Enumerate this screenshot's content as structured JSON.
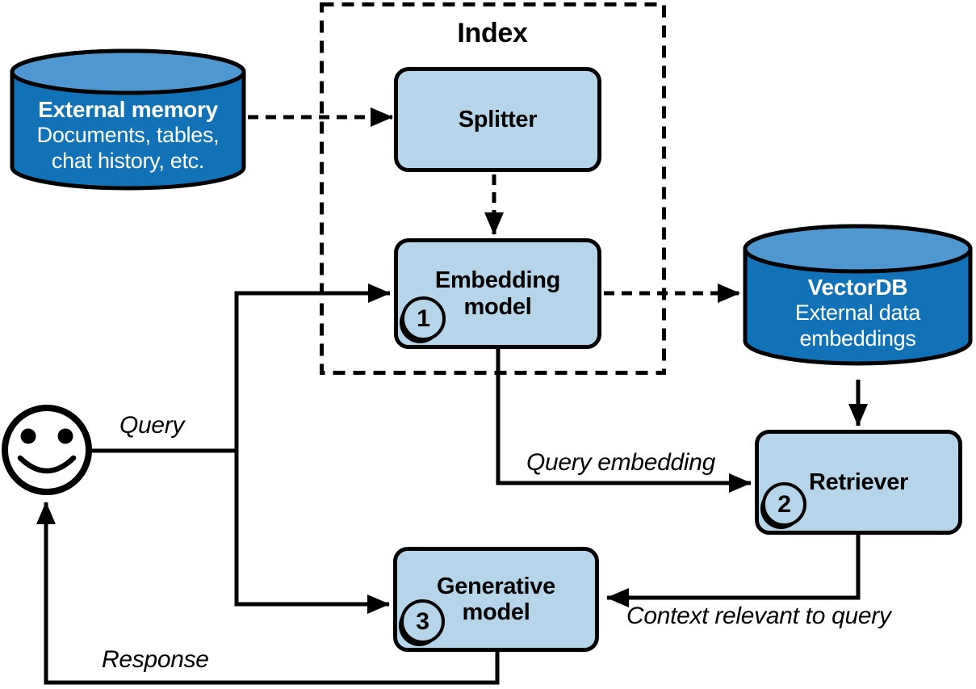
{
  "diagram": {
    "group": {
      "title": "Index"
    },
    "nodes": {
      "external_memory": {
        "title": "External memory",
        "subtitle": "Documents, tables, chat history, etc."
      },
      "splitter": {
        "label": "Splitter"
      },
      "embedding_model": {
        "label": "Embedding model",
        "step": "1"
      },
      "vectordb": {
        "title": "VectorDB",
        "subtitle": "External data embeddings"
      },
      "retriever": {
        "label": "Retriever",
        "step": "2"
      },
      "generative_model": {
        "label": "Generative model",
        "step": "3"
      }
    },
    "edge_labels": {
      "query": "Query",
      "query_embedding": "Query embedding",
      "context": "Context relevant to query",
      "response": "Response"
    },
    "icons": {
      "user": "smiley-face-user-icon"
    },
    "colors": {
      "cylinder_body": "#1272b8",
      "cylinder_top": "#4f97d1",
      "box_fill": "#b5d5eb",
      "stroke": "#000000",
      "background": "#ffffff"
    }
  }
}
